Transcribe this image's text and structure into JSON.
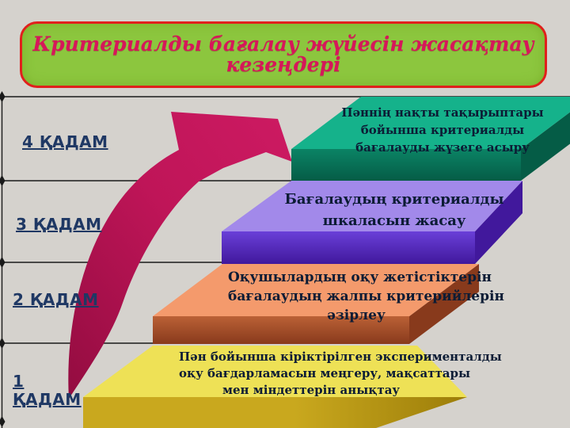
{
  "slide": {
    "background_color": "#d5d2cd",
    "title": {
      "text": "Критериалды  бағалау жүйесін жасақтау кезеңдері",
      "bg_color": "#8cc63e",
      "border_color": "#e0201c",
      "text_color": "#d6175a"
    },
    "arrow": {
      "description": "curved swoosh arrow pointing up-right",
      "color": "#bf1558"
    },
    "line_color": "#1a1a1a",
    "step_text_color": "#0c1c35",
    "label_color": "#1f3864",
    "axis_labels": [
      {
        "id": "step4-label",
        "text": "4 ҚАДАМ"
      },
      {
        "id": "step3-label",
        "text": "3 ҚАДАМ"
      },
      {
        "id": "step2-label",
        "text": "2 ҚАДАМ"
      },
      {
        "id": "step1-label",
        "text": "1 ҚАДАМ"
      }
    ],
    "steps": [
      {
        "number": 4,
        "lines": [
          "Пәннің нақты тақырыптары",
          "бойынша критериалды",
          "бағалауды жүзеге асыру"
        ],
        "top_color": "#15b28b",
        "front_color": "#0b8465",
        "side_color": "#055c46"
      },
      {
        "number": 3,
        "lines": [
          "Бағалаудың критериалды",
          "шкаласын жасау"
        ],
        "top_color": "#a289ea",
        "front_color": "#6a3fd8",
        "side_color": "#41189c"
      },
      {
        "number": 2,
        "lines": [
          "Оқушылардың оқу жетістіктерін",
          "бағалаудың жалпы критерийлерін",
          "әзірлеу"
        ],
        "top_color": "#f49a6c",
        "front_color": "#bb6136",
        "side_color": "#883a1c"
      },
      {
        "number": 1,
        "lines": [
          "Пән бойынша кіріктірілген эксперименталды",
          "оқу бағдарламасын меңгеру, мақсаттары",
          "мен міндеттерін анықтау"
        ],
        "top_color": "#eee156",
        "front_color": "#c9a81e",
        "side_color": "#9c7d09"
      }
    ]
  }
}
